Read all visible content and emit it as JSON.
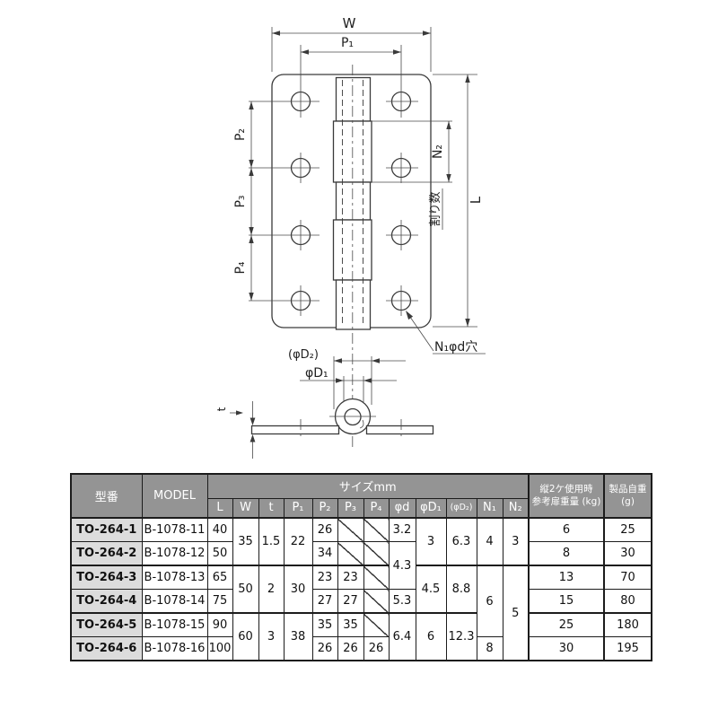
{
  "drawing": {
    "labels": {
      "w": "W",
      "p1": "P₁",
      "p2": "P₂",
      "p3": "P₃",
      "p4": "P₄",
      "n2": "N₂",
      "split_count": "割り数",
      "l": "L",
      "hole_note": "N₁φd穴",
      "phi_d2": "(φD₂)",
      "phi_d1": "φD₁",
      "t": "t"
    }
  },
  "table": {
    "header": {
      "model_no": "型番",
      "model": "MODEL",
      "size_group": "サイズmm",
      "size_cols": [
        "L",
        "W",
        "t",
        "P₁",
        "P₂",
        "P₃",
        "P₄",
        "φd",
        "φD₁",
        "(φD₂)",
        "N₁",
        "N₂"
      ],
      "door_weight_l1": "縦2ケ使用時",
      "door_weight_l2": "参考扉重量 (kg)",
      "product_weight_l1": "製品自重",
      "product_weight_l2": "(g)"
    },
    "rows": [
      {
        "model_no": "TO-264-1",
        "model": "B-1078-11",
        "L": "40",
        "W": "35",
        "t": "1.5",
        "P1": "22",
        "P2": "26",
        "phi_d": "3.2",
        "phi_D1": "3",
        "phi_D2": "6.3",
        "N1": "4",
        "N2": "3",
        "door_kg": "6",
        "weight_g": "25"
      },
      {
        "model_no": "TO-264-2",
        "model": "B-1078-12",
        "L": "50",
        "P2": "34",
        "phi_d": "4.3",
        "door_kg": "8",
        "weight_g": "30"
      },
      {
        "model_no": "TO-264-3",
        "model": "B-1078-13",
        "L": "65",
        "W": "50",
        "t": "2",
        "P1": "30",
        "P2": "23",
        "P3": "23",
        "phi_D1": "4.5",
        "phi_D2": "8.8",
        "N1": "6",
        "N2": "5",
        "door_kg": "13",
        "weight_g": "70"
      },
      {
        "model_no": "TO-264-4",
        "model": "B-1078-14",
        "L": "75",
        "P2": "27",
        "P3": "27",
        "phi_d": "5.3",
        "door_kg": "15",
        "weight_g": "80"
      },
      {
        "model_no": "TO-264-5",
        "model": "B-1078-15",
        "L": "90",
        "W": "60",
        "t": "3",
        "P1": "38",
        "P2": "35",
        "P3": "35",
        "phi_d": "6.4",
        "phi_D1": "6",
        "phi_D2": "12.3",
        "door_kg": "25",
        "weight_g": "180"
      },
      {
        "model_no": "TO-264-6",
        "model": "B-1078-16",
        "L": "100",
        "P2": "26",
        "P3": "26",
        "P4": "26",
        "N1": "8",
        "door_kg": "30",
        "weight_g": "195"
      }
    ],
    "colors": {
      "header_bg": "#949494",
      "header_text": "#ffffff",
      "model_col_bg": "#dcdcdc",
      "border": "#1c1c1c"
    }
  }
}
